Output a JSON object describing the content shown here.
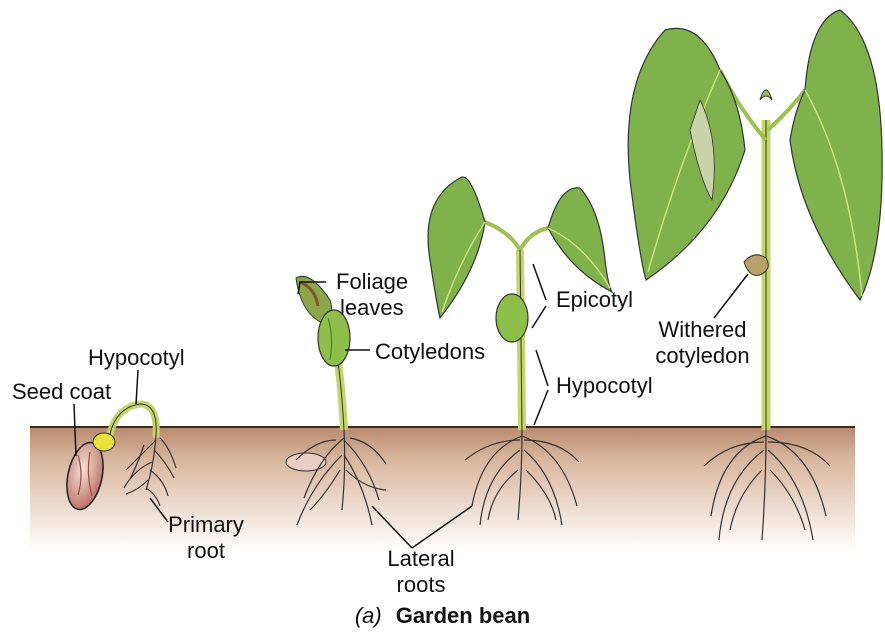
{
  "labels": {
    "hypocotyl_1": "Hypocotyl",
    "seed_coat": "Seed coat",
    "primary_root_1": "Primary",
    "primary_root_2": "root",
    "foliage_1": "Foliage",
    "foliage_2": "leaves",
    "cotyledons": "Cotyledons",
    "epicotyl": "Epicotyl",
    "hypocotyl_2": "Hypocotyl",
    "lateral_1": "Lateral",
    "lateral_2": "roots",
    "withered_1": "Withered",
    "withered_2": "cotyledon"
  },
  "caption": {
    "panel": "(a)",
    "title": "Garden bean"
  },
  "colors": {
    "soil": "#d8b59c",
    "leaf": "#7fb24a",
    "leaf_dark": "#4f7f2a",
    "stem": "#cfe07a",
    "root": "#ffffff",
    "seed": "#d9a7a0"
  }
}
